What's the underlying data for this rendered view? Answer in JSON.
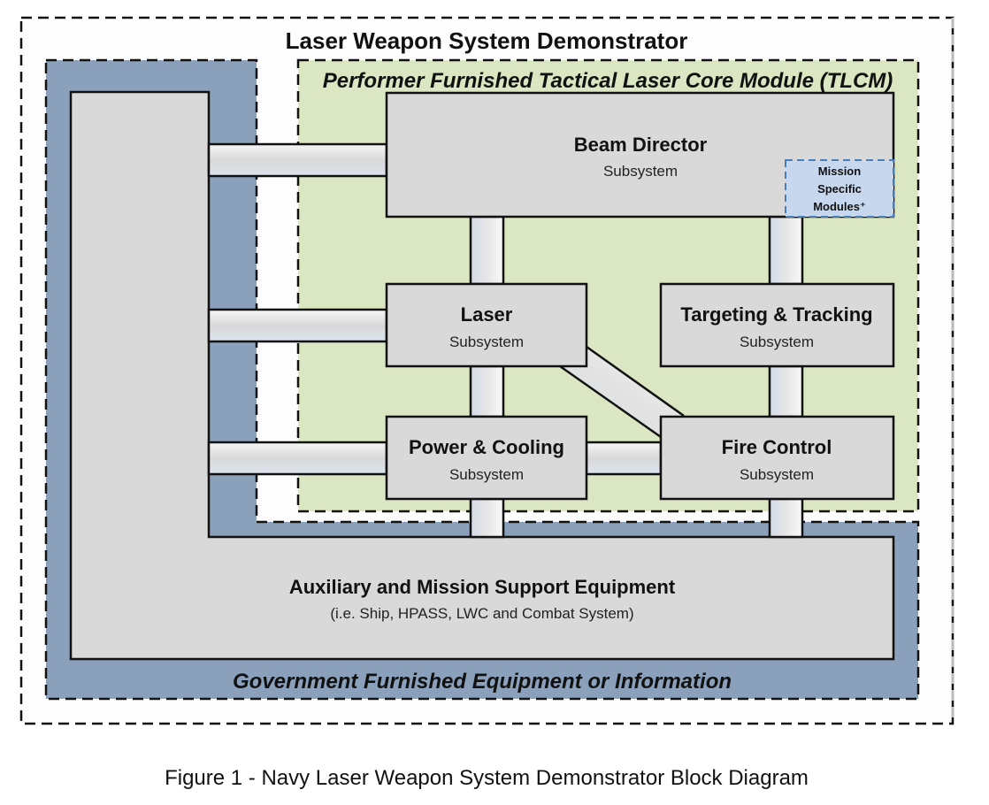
{
  "diagram": {
    "title": "Laser Weapon System Demonstrator",
    "tlcm_label": "Performer Furnished Tactical Laser Core Module (TLCM)",
    "gov_label": "Government Furnished Equipment or Information",
    "boxes": {
      "beam_director": {
        "title": "Beam Director",
        "subtitle": "Subsystem"
      },
      "laser": {
        "title": "Laser",
        "subtitle": "Subsystem"
      },
      "targeting": {
        "title": "Targeting & Tracking",
        "subtitle": "Subsystem"
      },
      "power": {
        "title": "Power & Cooling",
        "subtitle": "Subsystem"
      },
      "fire_control": {
        "title": "Fire Control",
        "subtitle": "Subsystem"
      },
      "aux": {
        "title": "Auxiliary and Mission Support Equipment",
        "subtitle": "(i.e. Ship, HPASS, LWC and Combat System)"
      }
    },
    "mission_modules": {
      "line1": "Mission",
      "line2": "Specific",
      "line3": "Modules⁺"
    },
    "colors": {
      "gov_blue": "#8aa0bb",
      "tlcm_green": "#dbe6c3",
      "box_gray": "#d9d9d9",
      "mission_blue": "#c6d7ee",
      "mission_border": "#4a7ebb"
    }
  },
  "caption": "Figure 1 - Navy Laser Weapon System Demonstrator Block Diagram"
}
